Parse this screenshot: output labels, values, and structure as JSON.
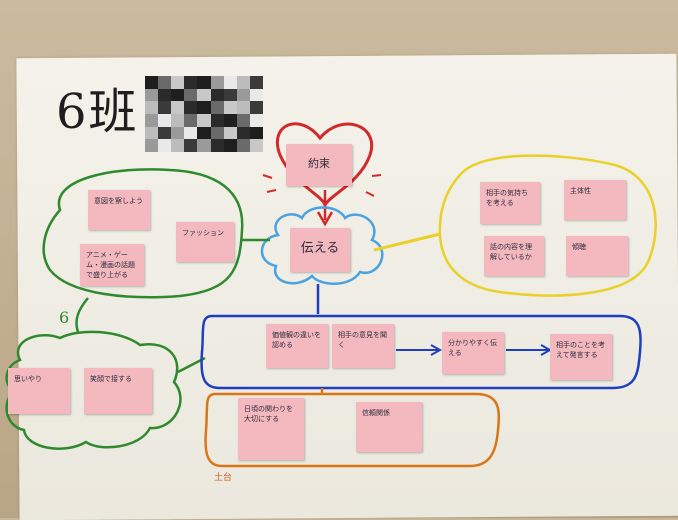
{
  "title": "6班",
  "center_note": "伝える",
  "top_note": "約束",
  "bottom_label": "土台",
  "number_label": "6",
  "green_group": [
    "意図を察しよう",
    "ファッション",
    "アニメ・ゲーム・漫画の話題で盛り上がる"
  ],
  "yellow_group": [
    "相手の気持ちを考える",
    "主体性",
    "話の内容を理解しているか",
    "傾聴"
  ],
  "blue_group": [
    "価値観の違いを認める",
    "相手の意見を聞く",
    "分かりやすく伝える",
    "相手のことを考えて発言する"
  ],
  "left_group": [
    "思いやり",
    "笑顔で接する"
  ],
  "orange_group": [
    "日頃の関わりを大切にする",
    "信頼関係"
  ],
  "colors": {
    "paper": "#f1efe6",
    "sticky": "#f4b8bf",
    "green": "#2f8a2e",
    "blue": "#1f3fbf",
    "yellow": "#e9d12a",
    "orange": "#d9761a",
    "red": "#d22a2a",
    "cloud_blue": "#4aa3e0",
    "ink": "#1e1e1e"
  }
}
